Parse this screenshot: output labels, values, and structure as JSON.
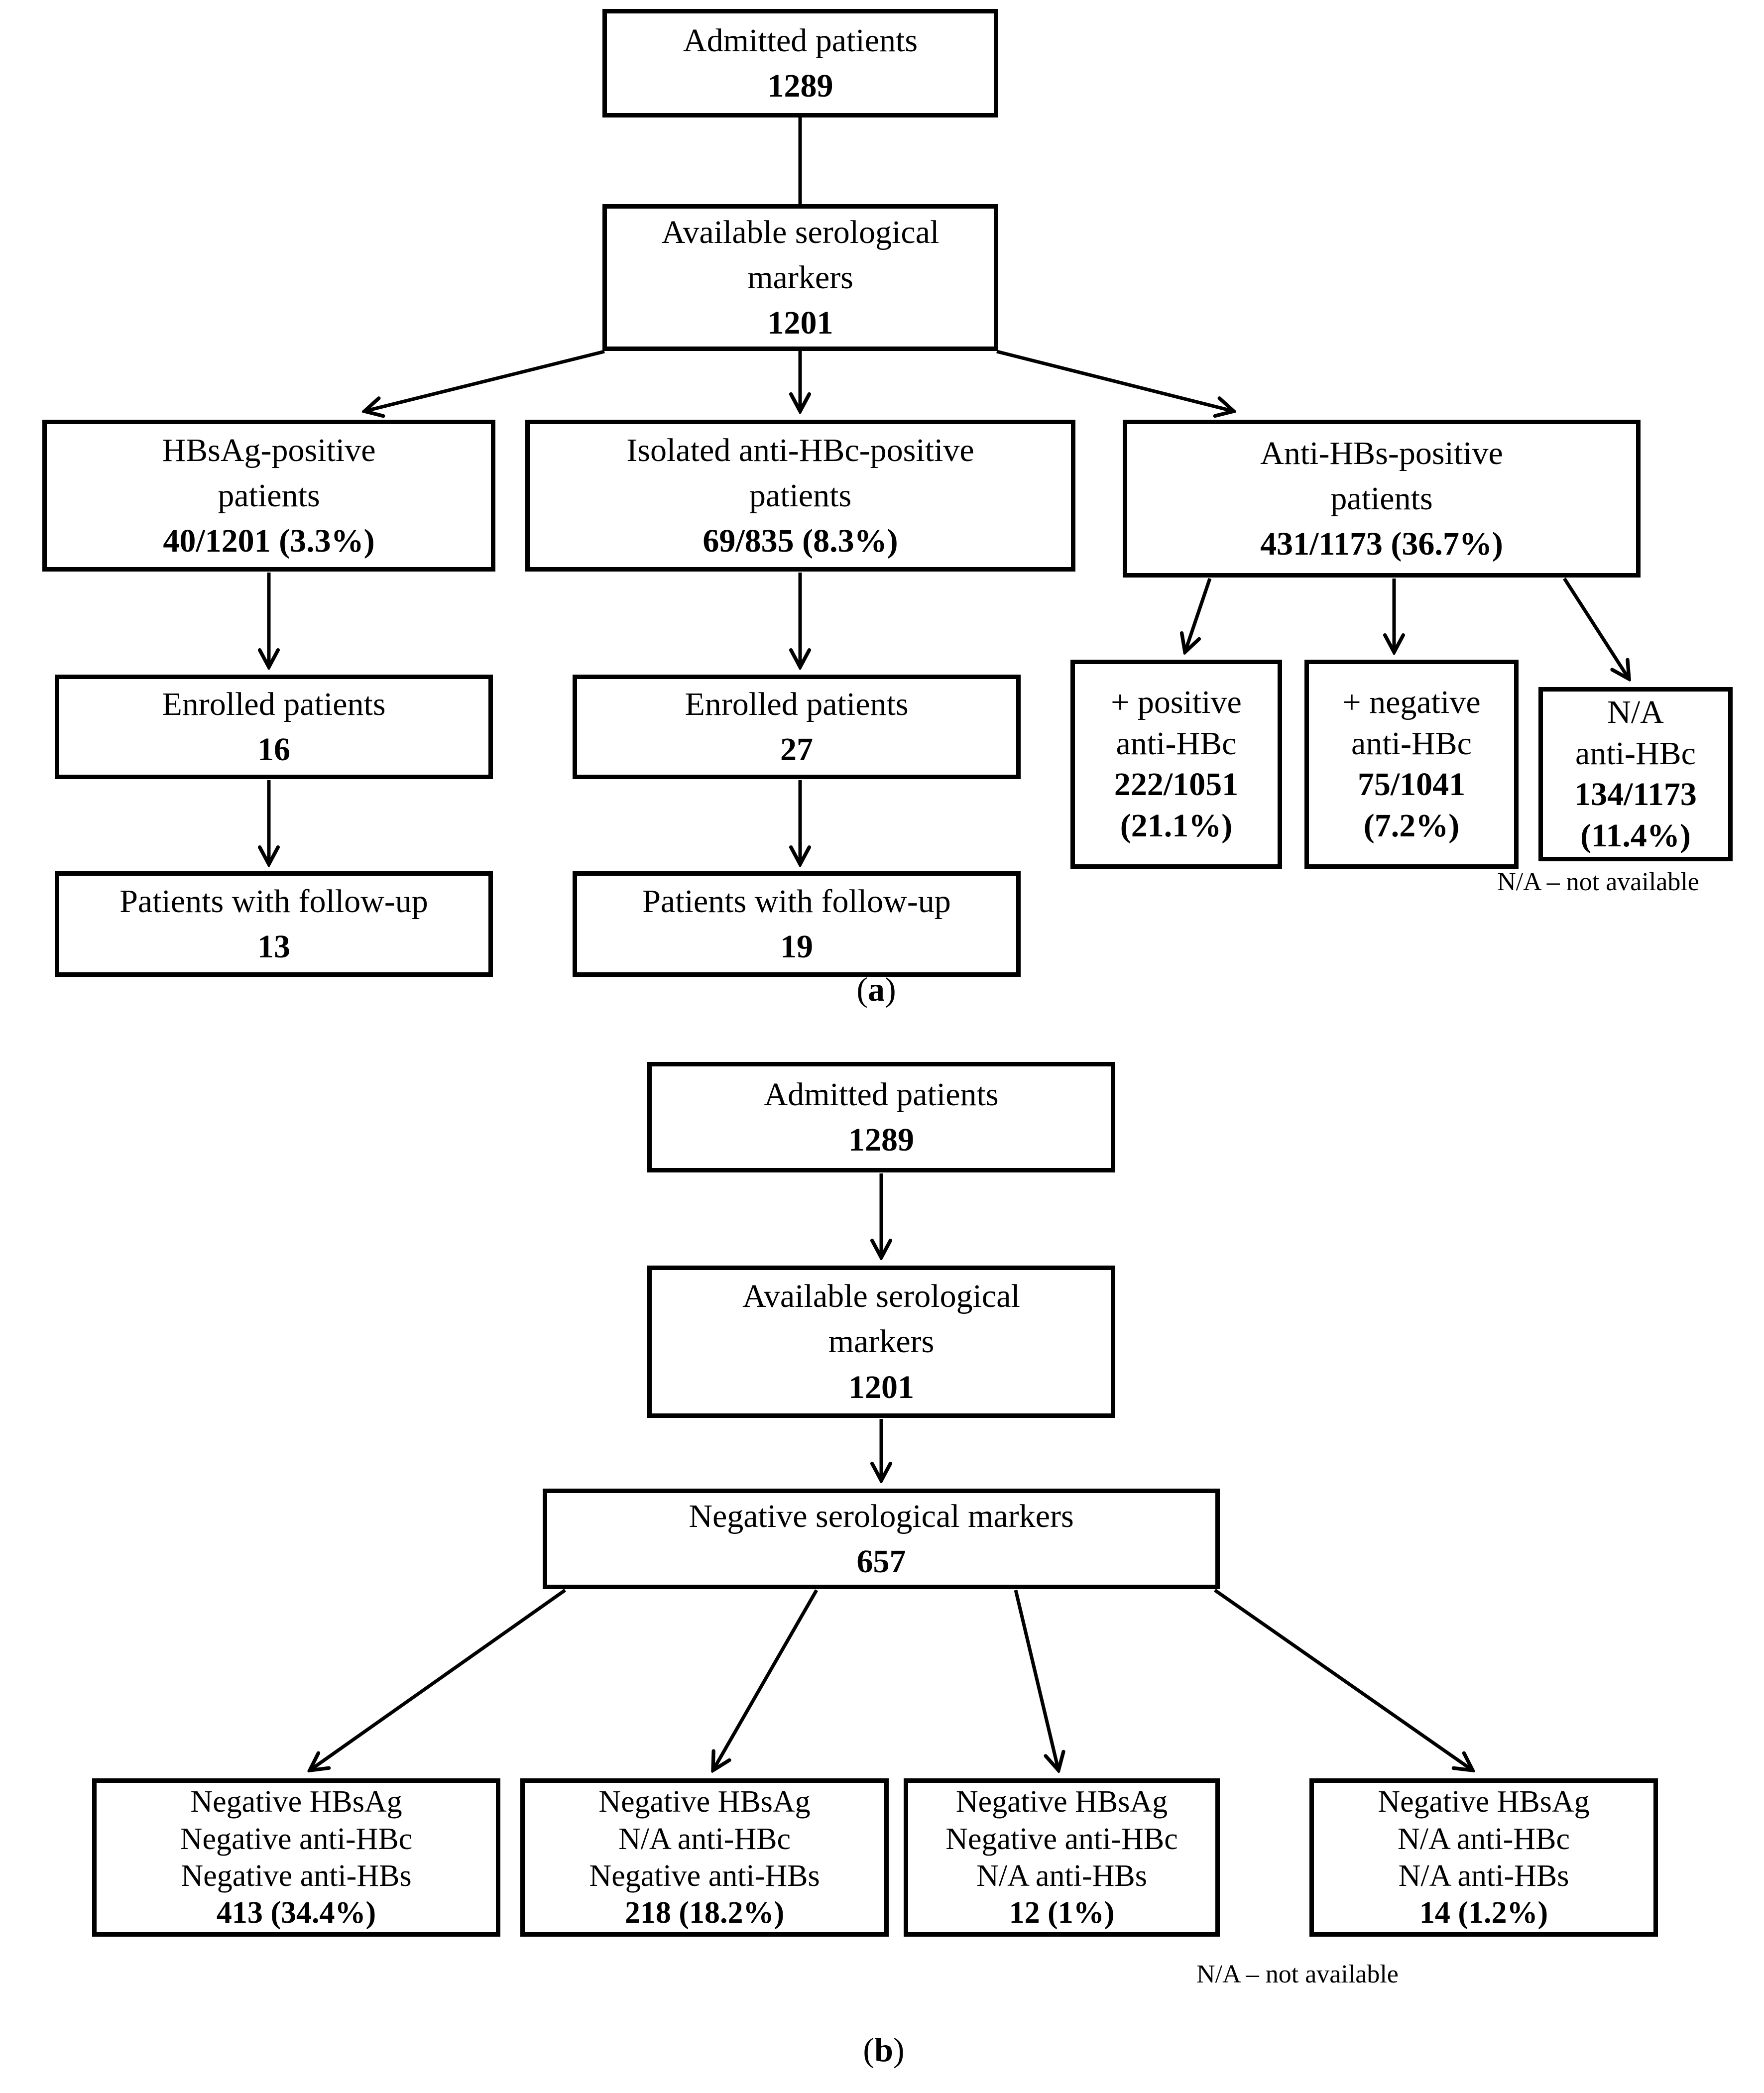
{
  "figure": {
    "background_color": "#ffffff",
    "line_color": "#000000",
    "panel_a": {
      "label_open": "(",
      "label_letter": "a",
      "label_close": ")",
      "na_note": "N/A – not available",
      "boxes": {
        "admitted": {
          "line1": "Admitted patients",
          "value": "1289"
        },
        "available": {
          "line1": "Available serological",
          "line2": "markers",
          "value": "1201"
        },
        "hbsag_positive": {
          "line1": "HBsAg-positive",
          "line2": "patients",
          "value": "40/1201 (3.3%)"
        },
        "isolated_anti_hbc_positive": {
          "line1": "Isolated anti-HBc-positive",
          "line2": "patients",
          "value": "69/835 (8.3%)"
        },
        "anti_hbs_positive": {
          "line1": "Anti-HBs-positive",
          "line2": "patients",
          "value": "431/1173 (36.7%)"
        },
        "enrolled_hbsag": {
          "line1": "Enrolled patients",
          "value": "16"
        },
        "enrolled_anti_hbc": {
          "line1": "Enrolled patients",
          "value": "27"
        },
        "followup_hbsag": {
          "line1": "Patients with follow-up",
          "value": "13"
        },
        "followup_anti_hbc": {
          "line1": "Patients with follow-up",
          "value": "19"
        },
        "positive_anti_hbc": {
          "line1": "+ positive",
          "line2": "anti-HBc",
          "value1": "222/1051",
          "value2": "(21.1%)"
        },
        "negative_anti_hbc": {
          "line1": "+ negative",
          "line2": "anti-HBc",
          "value1": "75/1041",
          "value2": "(7.2%)"
        },
        "na_anti_hbc": {
          "line1": "N/A",
          "line2": "anti-HBc",
          "value1": "134/1173",
          "value2": "(11.4%)"
        }
      }
    },
    "panel_b": {
      "label_open": "(",
      "label_letter": "b",
      "label_close": ")",
      "na_note": "N/A – not available",
      "boxes": {
        "admitted": {
          "line1": "Admitted patients",
          "value": "1289"
        },
        "available": {
          "line1": "Available serological",
          "line2": "markers",
          "value": "1201"
        },
        "negative_markers": {
          "line1": "Negative serological markers",
          "value": "657"
        },
        "neg_neg_neg": {
          "line1": "Negative HBsAg",
          "line2": "Negative anti-HBc",
          "line3": "Negative anti-HBs",
          "value": "413 (34.4%)"
        },
        "neg_na_neg": {
          "line1": "Negative HBsAg",
          "line2": "N/A anti-HBc",
          "line3": "Negative anti-HBs",
          "value": "218 (18.2%)"
        },
        "neg_neg_na": {
          "line1": "Negative HBsAg",
          "line2": "Negative anti-HBc",
          "line3": "N/A anti-HBs",
          "value": "12 (1%)"
        },
        "neg_na_na": {
          "line1": "Negative HBsAg",
          "line2": "N/A anti-HBc",
          "line3": "N/A anti-HBs",
          "value": "14 (1.2%)"
        }
      }
    }
  }
}
